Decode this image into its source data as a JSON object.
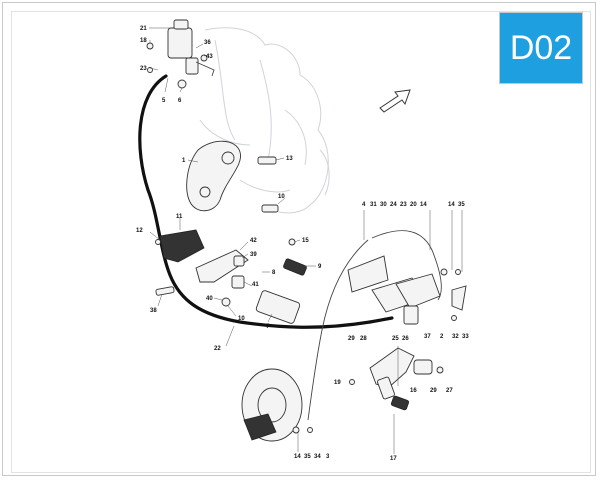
{
  "badge": {
    "code": "D02",
    "background": "#1e9fe0",
    "text_color": "#ffffff"
  },
  "labels": {
    "p21": "21",
    "p18": "18",
    "p23": "23",
    "p36": "36",
    "p43": "43",
    "p5": "5",
    "p6": "6",
    "p1": "1",
    "p13": "13",
    "p10": "10",
    "p12": "12",
    "p11": "11",
    "p42": "42",
    "p39": "39",
    "p15": "15",
    "p9": "9",
    "p8": "8",
    "p41": "41",
    "p40": "40",
    "p10b": "10",
    "p38": "38",
    "p7": "7",
    "p22": "22",
    "p4": "4",
    "p31": "31",
    "p30": "30",
    "p24": "24",
    "p23b": "23",
    "p20": "20",
    "p14": "14",
    "p14b": "14",
    "p35": "35",
    "p37": "37",
    "p2": "2",
    "p32": "32",
    "p33": "33",
    "p29": "29",
    "p28": "28",
    "p25": "25",
    "p26": "26",
    "p19": "19",
    "p16": "16",
    "p29b": "29",
    "p27": "27",
    "p14c": "14",
    "p35b": "35",
    "p34": "34",
    "p3": "3",
    "p17": "17"
  },
  "icons": {
    "direction": "direction-arrow-icon"
  }
}
